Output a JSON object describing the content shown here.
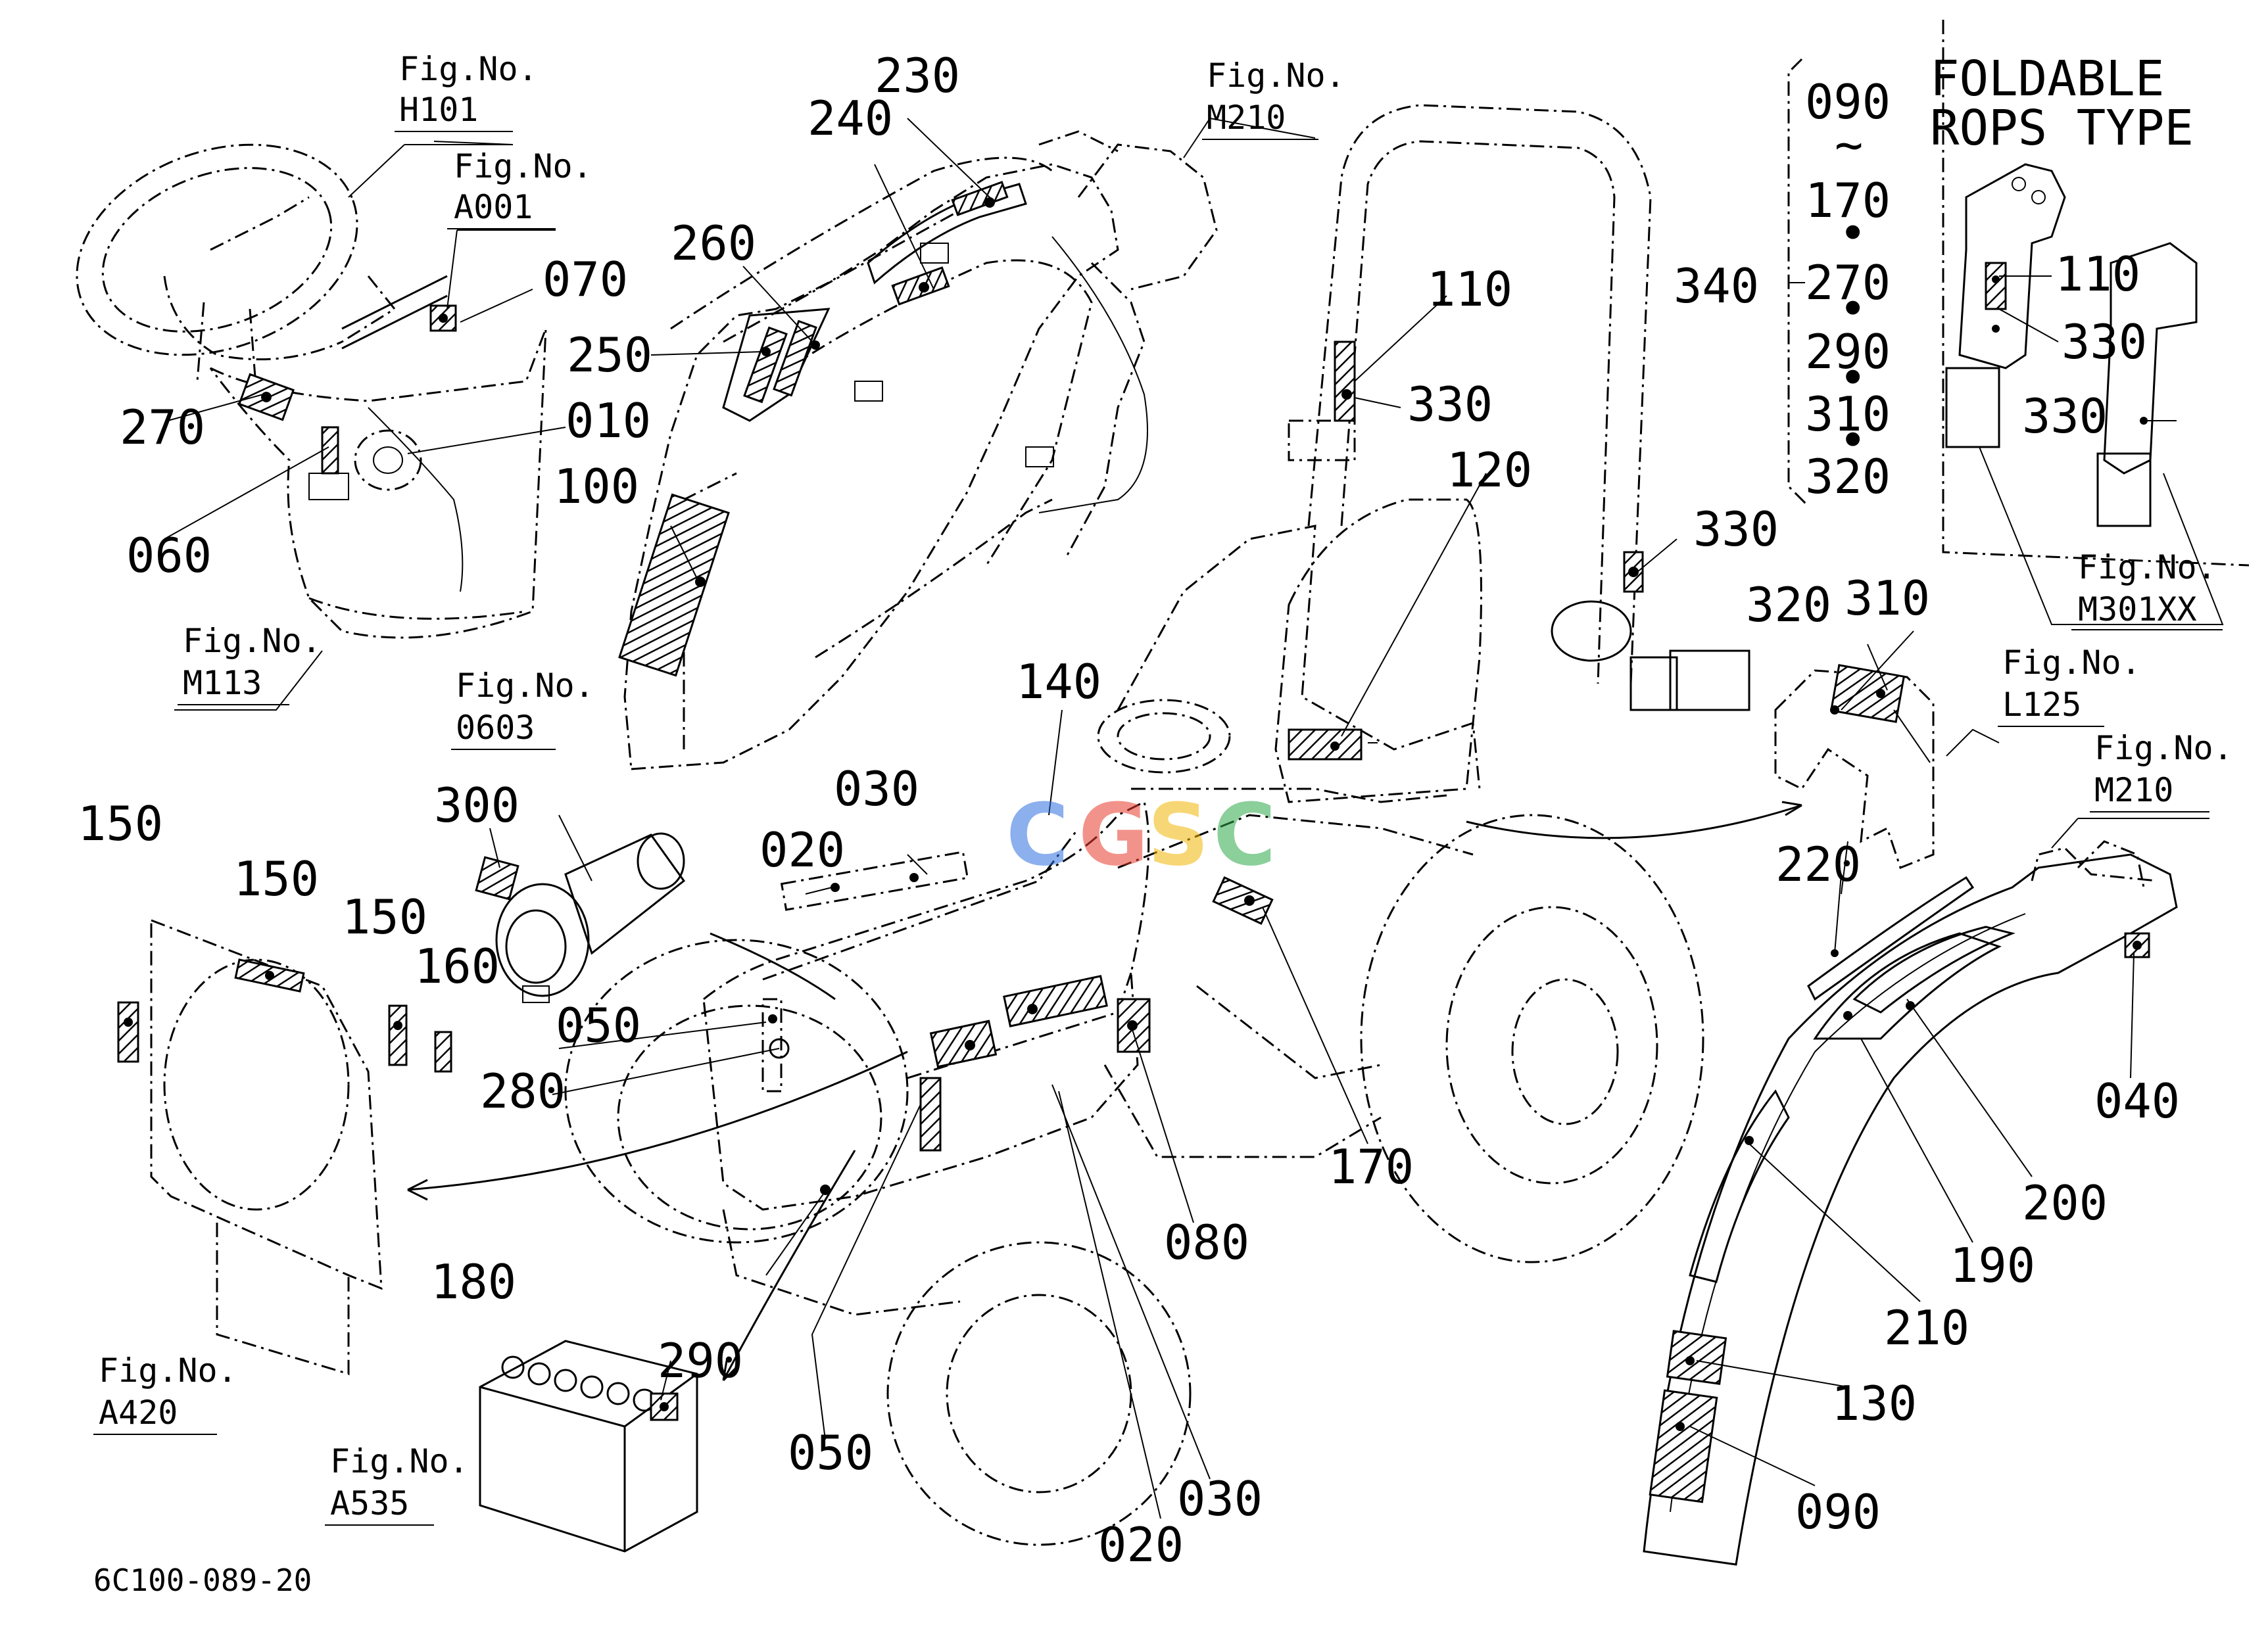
{
  "fig_refs": {
    "h101": [
      "Fig.No.",
      "H101"
    ],
    "a001": [
      "Fig.No.",
      "A001"
    ],
    "m210a": [
      "Fig.No.",
      "M210"
    ],
    "m113": [
      "Fig.No.",
      "M113"
    ],
    "f0603": [
      "Fig.No.",
      "0603"
    ],
    "a420": [
      "Fig.No.",
      "A420"
    ],
    "a535": [
      "Fig.No.",
      "A535"
    ],
    "m301": [
      "Fig.No.",
      "M301XX"
    ],
    "l125": [
      "Fig.No.",
      "L125"
    ],
    "m210b": [
      "Fig.No.",
      "M210"
    ]
  },
  "rops": {
    "title_line1": "FOLDABLE",
    "title_line2": "ROPS TYPE",
    "bracket_label": "340",
    "bracket_items": [
      "090",
      "~",
      "170",
      "•",
      "270",
      "•",
      "290",
      "•",
      "310",
      "•",
      "320"
    ]
  },
  "part_labels": {
    "p010": "010",
    "p020a": "020",
    "p020b": "020",
    "p030a": "030",
    "p030b": "030",
    "p040": "040",
    "p050a": "050",
    "p050b": "050",
    "p060": "060",
    "p070": "070",
    "p080": "080",
    "p090": "090",
    "p100": "100",
    "p110a": "110",
    "p110b": "110",
    "p120": "120",
    "p130": "130",
    "p140": "140",
    "p150a": "150",
    "p150b": "150",
    "p150c": "150",
    "p160": "160",
    "p170": "170",
    "p180": "180",
    "p190": "190",
    "p200": "200",
    "p210": "210",
    "p220": "220",
    "p230": "230",
    "p240": "240",
    "p250": "250",
    "p260": "260",
    "p270": "270",
    "p280": "280",
    "p290": "290",
    "p300": "300",
    "p310": "310",
    "p320": "320",
    "p330a": "330",
    "p330b": "330",
    "p330c": "330",
    "p330d": "330"
  },
  "drawing_code": "6C100-089-20",
  "watermark": {
    "letters": [
      "C",
      "G",
      "S",
      "C"
    ],
    "colors": [
      "#2f6fe0",
      "#e83b2e",
      "#f2b705",
      "#2ea84a"
    ]
  }
}
